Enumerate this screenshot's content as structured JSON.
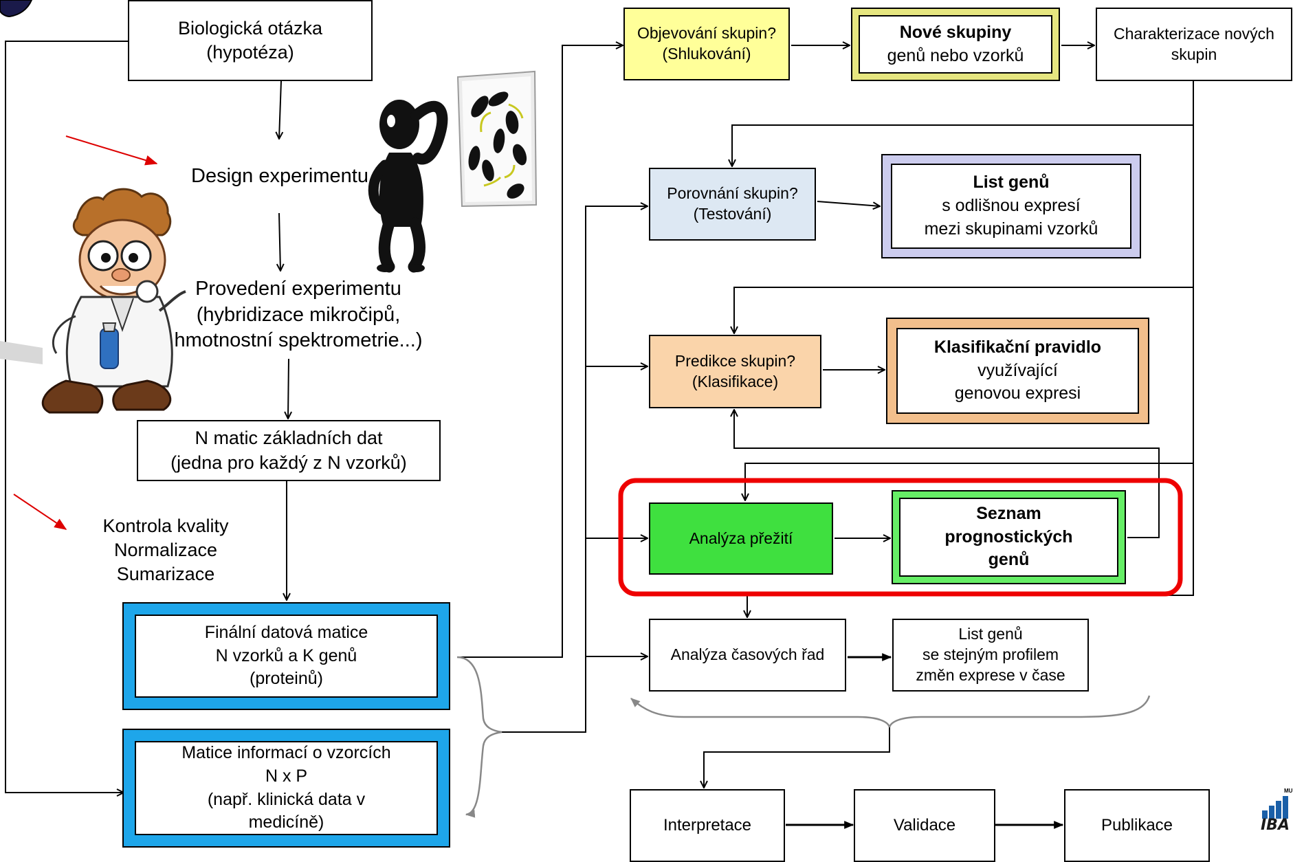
{
  "left": {
    "question_l1": "Biologická otázka",
    "question_l2": "(hypotéza)",
    "design": "Design experimentu",
    "execution_l1": "Provedení experimentu",
    "execution_l2": "(hybridizace mikročipů,",
    "execution_l3": "hmotnostní spektrometrie...)",
    "raw_l1": "N matic základních dat",
    "raw_l2": "(jedna pro každý z N vzorků)",
    "qc_l1": "Kontrola kvality",
    "qc_l2": "Normalizace",
    "qc_l3": "Sumarizace",
    "final_l1": "Finální datová matice",
    "final_l2": "N vzorků a K genů",
    "final_l3": "(proteinů)",
    "info_l1": "Matice informací o vzorcích",
    "info_l2": "N x P",
    "info_l3": "(např. klinická data v",
    "info_l4": "medicíně)"
  },
  "right": {
    "cluster_l1": "Objevování skupin?",
    "cluster_l2": "(Shlukování)",
    "newgroups_l1": "Nové skupiny",
    "newgroups_l2": "genů nebo vzorků",
    "charact_l1": "Charakterizace nových",
    "charact_l2": "skupin",
    "compare_l1": "Porovnání skupin?",
    "compare_l2": "(Testování)",
    "genelist_l1": "List genů",
    "genelist_l2": "s odlišnou expresí",
    "genelist_l3": "mezi skupinami vzorků",
    "predict_l1": "Predikce skupin?",
    "predict_l2": "(Klasifikace)",
    "rule_l1": "Klasifikační pravidlo",
    "rule_l2": "využívající",
    "rule_l3": "genovou expresi",
    "survival": "Analýza přežití",
    "prog_l1": "Seznam",
    "prog_l2": "prognostických",
    "prog_l3": "genů",
    "timeseries": "Analýza časových řad",
    "profile_l1": "List genů",
    "profile_l2": "se stejným profilem",
    "profile_l3": "změn exprese v čase",
    "interp": "Interpretace",
    "valid": "Validace",
    "publ": "Publikace"
  },
  "logo": {
    "text": "IBA",
    "small": "MU"
  },
  "colors": {
    "yellow": "#ffff99",
    "yellow_border": "#e6e680",
    "light_blue": "#dde8f3",
    "lavender_border": "#ccccee",
    "orange": "#fad4aa",
    "orange_border": "#f2bf8c",
    "green": "#3fe03f",
    "green_border": "#66ee66",
    "cyan_border": "#1ea6ea",
    "highlight_red": "#ee0000",
    "marker_red": "#dd0000"
  }
}
